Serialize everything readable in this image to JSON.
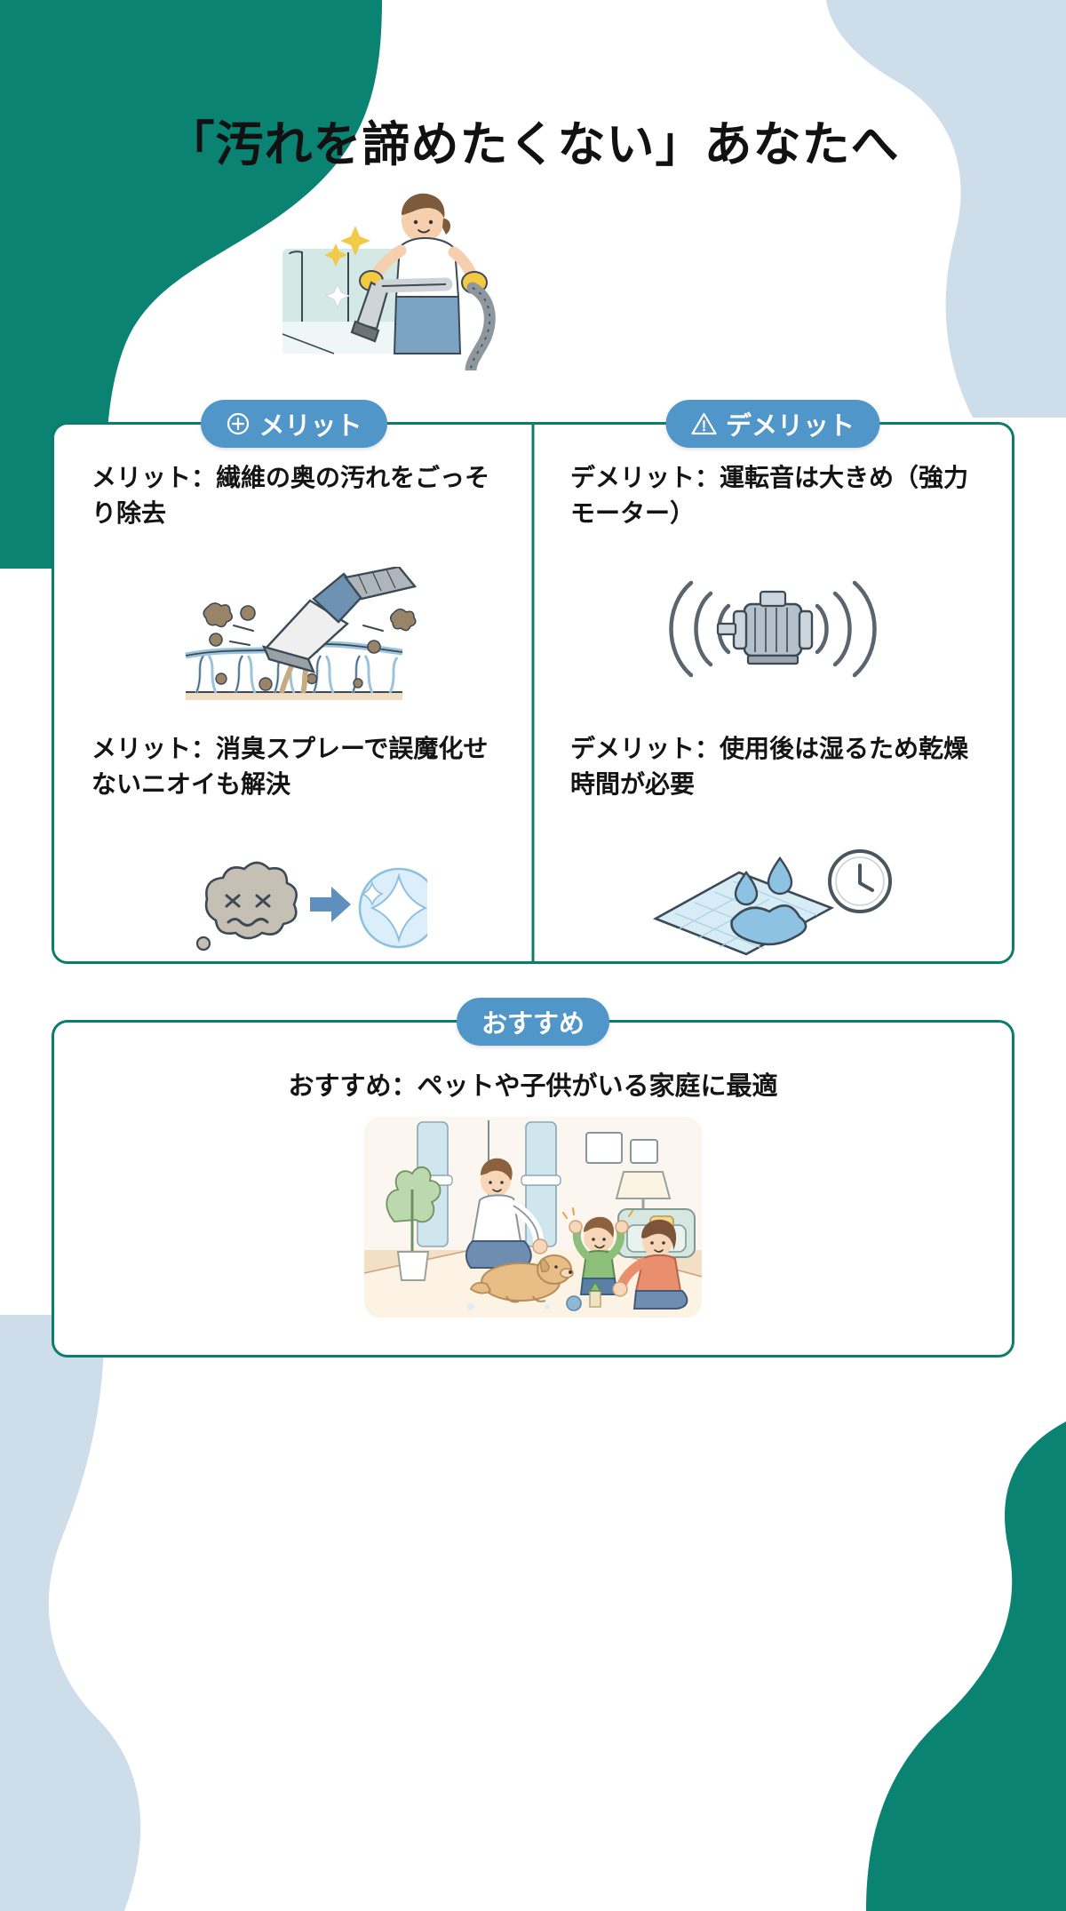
{
  "page": {
    "title": "「汚れを諦めたくない」あなたへ",
    "language": "ja"
  },
  "colors": {
    "accent_green": "#0d7d6b",
    "badge_blue": "#5196c8",
    "bg_light_blue": "#cdddea",
    "text_dark": "#141414",
    "card_white": "#ffffff"
  },
  "hero": {
    "icon": "person-vacuuming-sofa-illustration",
    "alt": "ソファを掃除機で清掃する人のイラスト"
  },
  "comparison": {
    "merit": {
      "badge_label": "メリット",
      "badge_icon": "circle-plus-icon",
      "items": [
        {
          "text": "メリット：繊維の奥の汚れをごっそり除去",
          "icon": "vacuum-nozzle-carpet-fiber-illustration"
        },
        {
          "text": "メリット：消臭スプレーで誤魔化せないニオイも解決",
          "icon": "smelly-cloud-to-sparkle-illustration"
        }
      ]
    },
    "demerit": {
      "badge_label": "デメリット",
      "badge_icon": "warning-triangle-icon",
      "items": [
        {
          "text": "デメリット：運転音は大きめ（強力モーター）",
          "icon": "motor-with-sound-waves-illustration"
        },
        {
          "text": "デメリット：使用後は湿るため乾燥時間が必要",
          "icon": "wet-fabric-water-drops-clock-illustration"
        }
      ]
    }
  },
  "recommend": {
    "badge_label": "おすすめ",
    "text": "おすすめ：ペットや子供がいる家庭に最適",
    "icon": "family-with-child-dog-livingroom-illustration"
  }
}
